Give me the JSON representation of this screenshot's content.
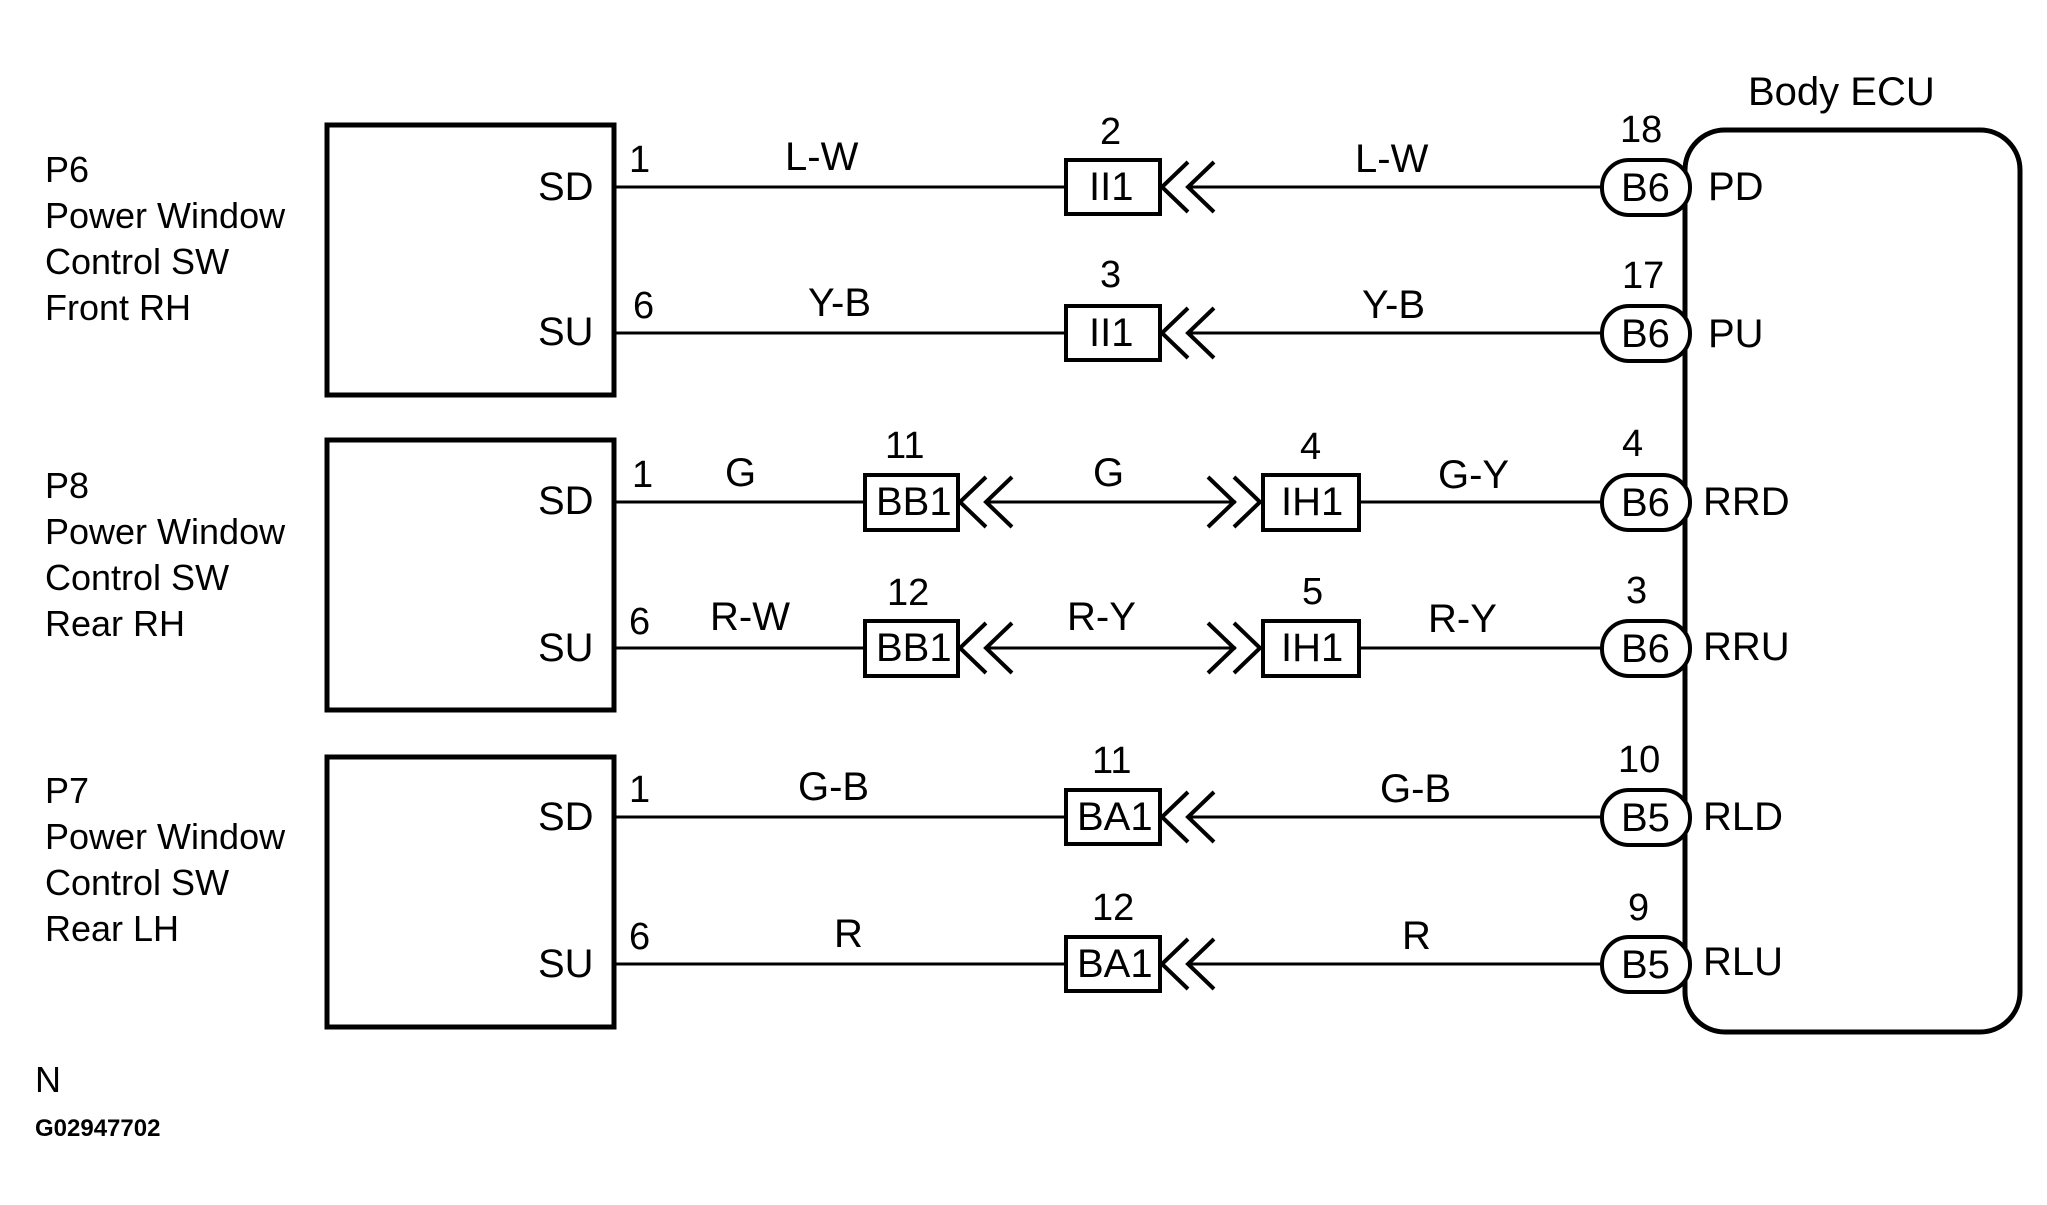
{
  "ecu": {
    "title": "Body ECU"
  },
  "switches": [
    {
      "id": "P6",
      "lines": [
        "Power Window",
        "Control SW",
        "Front RH"
      ]
    },
    {
      "id": "P8",
      "lines": [
        "Power Window",
        "Control SW",
        "Rear RH"
      ]
    },
    {
      "id": "P7",
      "lines": [
        "Power Window",
        "Control SW",
        "Rear LH"
      ]
    }
  ],
  "circuits": [
    {
      "sw_term": "SD",
      "sw_pin": "1",
      "wire_left": "L-W",
      "conn1": {
        "name": "II1",
        "pin": "2"
      },
      "wire_right": "L-W",
      "ecu_conn": "B6",
      "ecu_pin": "18",
      "ecu_term": "PD"
    },
    {
      "sw_term": "SU",
      "sw_pin": "6",
      "wire_left": "Y-B",
      "conn1": {
        "name": "II1",
        "pin": "3"
      },
      "wire_right": "Y-B",
      "ecu_conn": "B6",
      "ecu_pin": "17",
      "ecu_term": "PU"
    },
    {
      "sw_term": "SD",
      "sw_pin": "1",
      "wire_left": "G",
      "conn1": {
        "name": "BB1",
        "pin": "11"
      },
      "wire_mid": "G",
      "conn2": {
        "name": "IH1",
        "pin": "4"
      },
      "wire_right": "G-Y",
      "ecu_conn": "B6",
      "ecu_pin": "4",
      "ecu_term": "RRD"
    },
    {
      "sw_term": "SU",
      "sw_pin": "6",
      "wire_left": "R-W",
      "conn1": {
        "name": "BB1",
        "pin": "12"
      },
      "wire_mid": "R-Y",
      "conn2": {
        "name": "IH1",
        "pin": "5"
      },
      "wire_right": "R-Y",
      "ecu_conn": "B6",
      "ecu_pin": "3",
      "ecu_term": "RRU"
    },
    {
      "sw_term": "SD",
      "sw_pin": "1",
      "wire_left": "G-B",
      "conn1": {
        "name": "BA1",
        "pin": "11"
      },
      "wire_right": "G-B",
      "ecu_conn": "B5",
      "ecu_pin": "10",
      "ecu_term": "RLD"
    },
    {
      "sw_term": "SU",
      "sw_pin": "6",
      "wire_left": "R",
      "conn1": {
        "name": "BA1",
        "pin": "12"
      },
      "wire_right": "R",
      "ecu_conn": "B5",
      "ecu_pin": "9",
      "ecu_term": "RLU"
    }
  ],
  "footer": {
    "mark": "N",
    "code": "G02947702"
  }
}
